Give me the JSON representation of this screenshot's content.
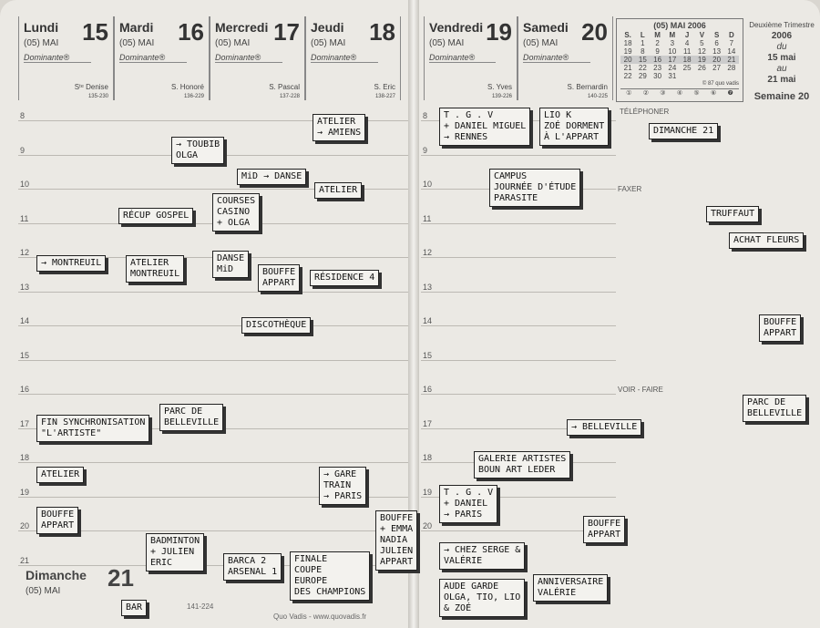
{
  "days": [
    {
      "name": "Lundi",
      "num": "15",
      "month": "(05) MAI",
      "dominante": "Dominante®",
      "saint": "Sᵗᵉ Denise",
      "code": "135-230"
    },
    {
      "name": "Mardi",
      "num": "16",
      "month": "(05) MAI",
      "dominante": "Dominante®",
      "saint": "S. Honoré",
      "code": "136-229"
    },
    {
      "name": "Mercredi",
      "num": "17",
      "month": "(05) MAI",
      "dominante": "Dominante®",
      "saint": "S. Pascal",
      "code": "137-228"
    },
    {
      "name": "Jeudi",
      "num": "18",
      "month": "(05) MAI",
      "dominante": "Dominante®",
      "saint": "S. Eric",
      "code": "138-227"
    },
    {
      "name": "Vendredi",
      "num": "19",
      "month": "(05) MAI",
      "dominante": "Dominante®",
      "saint": "S. Yves",
      "code": "139-226"
    },
    {
      "name": "Samedi",
      "num": "20",
      "month": "(05) MAI",
      "dominante": "Dominante®",
      "saint": "S. Bernardin",
      "code": "140-225"
    }
  ],
  "sunday": {
    "name": "Dimanche",
    "num": "21",
    "month": "(05) MAI",
    "code": "141-224"
  },
  "mini_calendar": {
    "title": "(05) MAI 2006",
    "headers": [
      "S.",
      "L",
      "M",
      "M",
      "J",
      "V",
      "S",
      "D"
    ],
    "rows": [
      [
        "18",
        "1",
        "2",
        "3",
        "4",
        "5",
        "6",
        "7"
      ],
      [
        "19",
        "8",
        "9",
        "10",
        "11",
        "12",
        "13",
        "14"
      ],
      [
        "20",
        "15",
        "16",
        "17",
        "18",
        "19",
        "20",
        "21"
      ],
      [
        "21",
        "22",
        "23",
        "24",
        "25",
        "26",
        "27",
        "28"
      ],
      [
        "22",
        "29",
        "30",
        "31",
        "",
        "",
        "",
        ""
      ]
    ],
    "copyright": "© 87 quo vadis",
    "phases": [
      "①",
      "②",
      "③",
      "④",
      "⑤",
      "⑥",
      "❼"
    ]
  },
  "trimester": {
    "label": "Deuxième Trimestre",
    "year": "2006",
    "du": "du",
    "from": "15 mai",
    "au": "au",
    "to": "21 mai",
    "week_label": "Semaine",
    "week": "20"
  },
  "labels": {
    "telephoner": "TÉLÉPHONER",
    "faxer": "FAXER",
    "voir": "VOIR - FAIRE"
  },
  "hours": [
    "8",
    "9",
    "10",
    "11",
    "12",
    "13",
    "14",
    "15",
    "16",
    "17",
    "18",
    "19",
    "20",
    "21"
  ],
  "footer": "Quo Vadis - www.quovadis.fr",
  "notes": [
    [
      "ATELIER",
      "→ AMIENS"
    ],
    [
      "T . G . V",
      "+ DANIEL MIGUEL",
      "→ RENNES"
    ],
    [
      "LIO K",
      "ZOÉ DORMENT",
      "À L'APPART"
    ],
    [
      "DIMANCHE 21"
    ],
    [
      "→ TOUBIB",
      "OLGA"
    ],
    [
      "MiD → DANSE"
    ],
    [
      "RÉCUP GOSPEL"
    ],
    [
      "COURSES",
      "CASINO",
      "+ OLGA"
    ],
    [
      "→ MONTREUIL"
    ],
    [
      "ATELIER",
      "MONTREUIL"
    ],
    [
      "BOUFFE",
      "APPART"
    ],
    [
      "DANSE",
      "MiD"
    ],
    [
      "ATELIER"
    ],
    [
      "RÉSIDENCE 4"
    ],
    [
      "CAMPUS",
      "JOURNÉE D'ÉTUDE",
      "PARASITE"
    ],
    [
      "TRUFFAUT"
    ],
    [
      "ACHAT FLEURS"
    ],
    [
      "BOUFFE",
      "APPART"
    ],
    [
      "FIN SYNCHRONISATION",
      "\"L'ARTISTE\""
    ],
    [
      "ATELIER"
    ],
    [
      "PARC DE",
      "BELLEVILLE"
    ],
    [
      "DISCOTHÈQUE"
    ],
    [
      "→ BELLEVILLE"
    ],
    [
      "PARC DE",
      "BELLEVILLE"
    ],
    [
      "GALERIE ARTISTES",
      "BOUN ART LEDER"
    ],
    [
      "→ GARE",
      "TRAIN",
      "→ PARIS"
    ],
    [
      "T . G . V",
      "+ DANIEL",
      "→ PARIS"
    ],
    [
      "BOUFFE",
      "APPART"
    ],
    [
      "BOUFFE",
      "APPART"
    ],
    [
      "BADMINTON",
      "+ JULIEN",
      "ERIC"
    ],
    [
      "BAR"
    ],
    [
      "BARCA 2",
      "ARSENAL 1"
    ],
    [
      "FINALE",
      "COUPE",
      "EUROPE",
      "DES CHAMPIONS"
    ],
    [
      "BOUFFE",
      "+ EMMA",
      "NADIA",
      "JULIEN",
      "APPART"
    ],
    [
      "→ CHEZ SERGE &",
      "VALÉRIE"
    ],
    [
      "ANNIVERSAIRE",
      "VALÉRIE"
    ],
    [
      "AUDE GARDE",
      "OLGA, TIO, LIO",
      "& ZOÉ"
    ]
  ]
}
